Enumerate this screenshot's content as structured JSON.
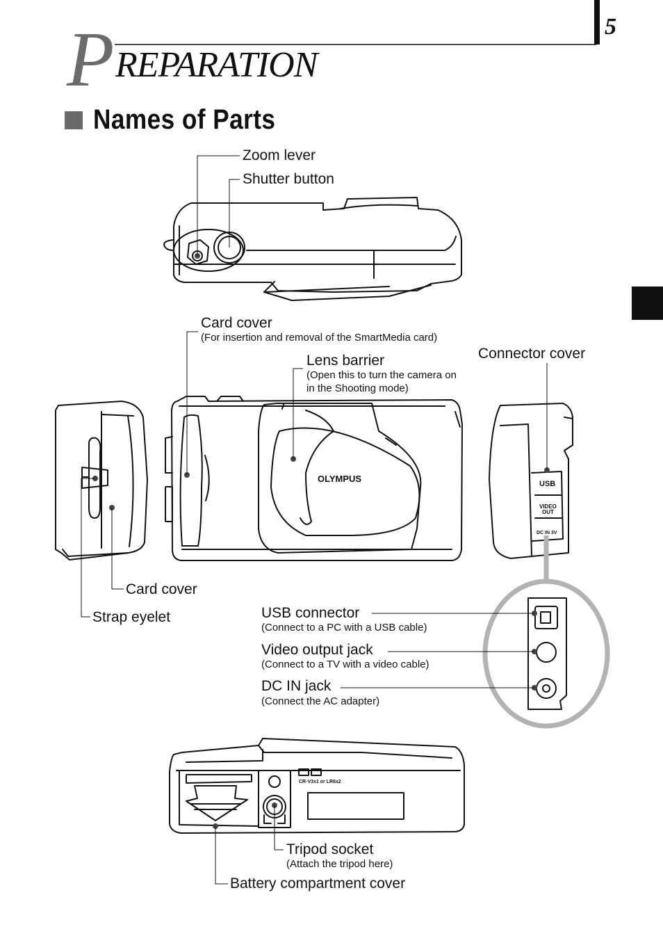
{
  "header": {
    "page_number": "5",
    "title_initial": "P",
    "title_rest": "REPARATION"
  },
  "section": {
    "title": "Names of Parts"
  },
  "labels": {
    "zoom_lever": "Zoom lever",
    "shutter_button": "Shutter button",
    "card_cover_top": "Card cover",
    "card_cover_top_note": "(For insertion and removal of the SmartMedia card)",
    "lens_barrier": "Lens barrier",
    "lens_barrier_note_1": "(Open this to turn the camera on",
    "lens_barrier_note_2": "in the Shooting mode)",
    "connector_cover": "Connector cover",
    "card_cover_side": "Card cover",
    "strap_eyelet": "Strap eyelet",
    "usb_connector": "USB connector",
    "usb_connector_note": "(Connect to a PC with a USB cable)",
    "video_output_jack": "Video output jack",
    "video_output_jack_note": "(Connect to a TV with a video cable)",
    "dc_in_jack": "DC IN jack",
    "dc_in_jack_note": "(Connect the AC adapter)",
    "tripod_socket": "Tripod socket",
    "tripod_socket_note": "(Attach the tripod here)",
    "battery_cover": "Battery compartment cover"
  },
  "camera_markings": {
    "brand": "OLYMPUS",
    "usb": "USB",
    "video_out_1": "VIDEO",
    "video_out_2": "OUT",
    "dc_in": "DC IN 3V",
    "battery_spec": "CR-V3x1 or LR6x2"
  },
  "colors": {
    "ink": "#111111",
    "title_initial": "#6b6b6b",
    "section_square": "#6a6a6a",
    "highlight_ring": "#b3b3b3",
    "tab_marker": "#111111"
  }
}
